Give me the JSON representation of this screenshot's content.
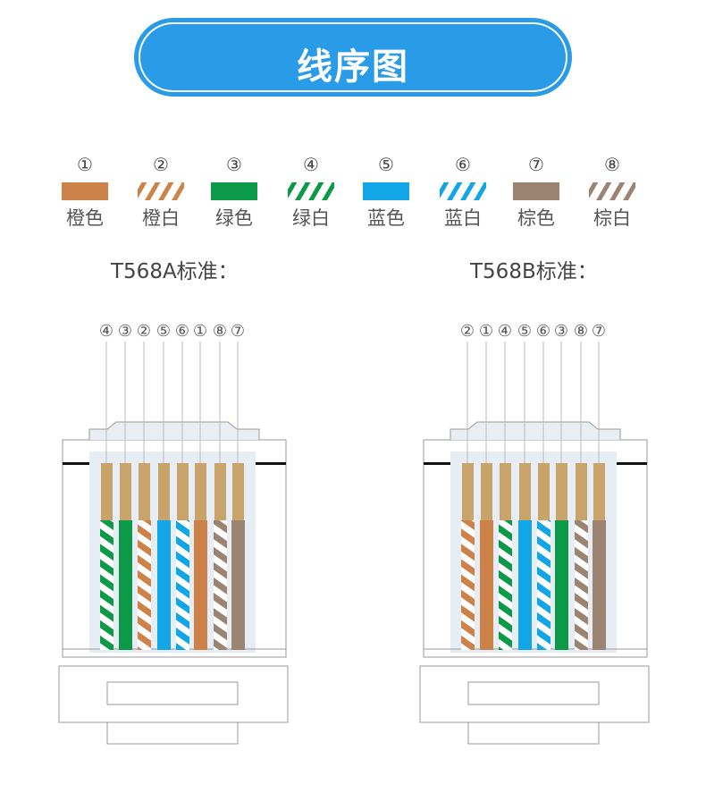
{
  "header": {
    "title": "线序图",
    "color": "#2a9be6"
  },
  "colors": {
    "orange": "#cc8248",
    "green": "#0d9a48",
    "blue": "#13a6e6",
    "brown": "#9c8472"
  },
  "legend": [
    {
      "num": "①",
      "label": "橙色",
      "color": "orange",
      "striped": false
    },
    {
      "num": "②",
      "label": "橙白",
      "color": "orange",
      "striped": true
    },
    {
      "num": "③",
      "label": "绿色",
      "color": "green",
      "striped": false
    },
    {
      "num": "④",
      "label": "绿白",
      "color": "green",
      "striped": true
    },
    {
      "num": "⑤",
      "label": "蓝色",
      "color": "blue",
      "striped": false
    },
    {
      "num": "⑥",
      "label": "蓝白",
      "color": "blue",
      "striped": true
    },
    {
      "num": "⑦",
      "label": "棕色",
      "color": "brown",
      "striped": false
    },
    {
      "num": "⑧",
      "label": "棕白",
      "color": "brown",
      "striped": true
    }
  ],
  "standards": [
    {
      "name": "T568A标准：",
      "order": [
        "④",
        "③",
        "②",
        "⑤",
        "⑥",
        "①",
        "⑧",
        "⑦"
      ],
      "wires": [
        {
          "color": "green",
          "striped": true
        },
        {
          "color": "green",
          "striped": false
        },
        {
          "color": "orange",
          "striped": true
        },
        {
          "color": "blue",
          "striped": false
        },
        {
          "color": "blue",
          "striped": true
        },
        {
          "color": "orange",
          "striped": false
        },
        {
          "color": "brown",
          "striped": true
        },
        {
          "color": "brown",
          "striped": false
        }
      ]
    },
    {
      "name": "T568B标准：",
      "order": [
        "②",
        "①",
        "④",
        "⑤",
        "⑥",
        "③",
        "⑧",
        "⑦"
      ],
      "wires": [
        {
          "color": "orange",
          "striped": true
        },
        {
          "color": "orange",
          "striped": false
        },
        {
          "color": "green",
          "striped": true
        },
        {
          "color": "blue",
          "striped": false
        },
        {
          "color": "blue",
          "striped": true
        },
        {
          "color": "green",
          "striped": false
        },
        {
          "color": "brown",
          "striped": true
        },
        {
          "color": "brown",
          "striped": false
        }
      ]
    }
  ]
}
